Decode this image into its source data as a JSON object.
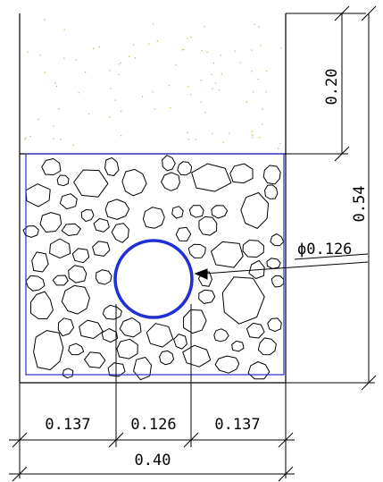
{
  "drawing": {
    "colors": {
      "line": "#000000",
      "pipe": "#1f2fd6",
      "stone_zone": "#2b2bd0",
      "sand_dots": "#c9b24a"
    },
    "dimensions": {
      "top_layer_height": "0.20",
      "total_height": "0.54",
      "pipe_diameter": "ϕ0.126",
      "left_width": "0.137",
      "pipe_width": "0.126",
      "right_width": "0.137",
      "total_width": "0.40"
    }
  }
}
